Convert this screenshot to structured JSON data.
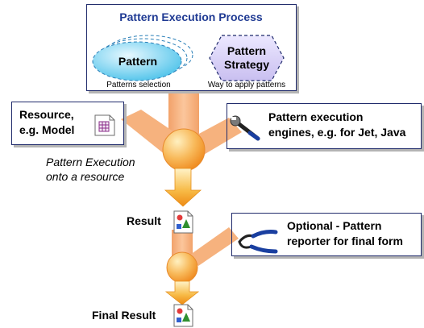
{
  "process": {
    "title": "Pattern Execution Process",
    "pattern_label": "Pattern",
    "pattern_caption": "Patterns selection",
    "strategy_label_line1": "Pattern",
    "strategy_label_line2": "Strategy",
    "strategy_caption": "Way to apply patterns"
  },
  "resource": {
    "line1": "Resource,",
    "line2": "e.g. Model",
    "icon": "model-document-icon"
  },
  "engines": {
    "line1": "Pattern execution",
    "line2": "engines, e.g. for Jet, Java",
    "icon": "wrench-icon"
  },
  "execution_note": {
    "line1": "Pattern Execution",
    "line2": "onto a resource"
  },
  "result": {
    "label": "Result",
    "icon": "shapes-document-icon"
  },
  "reporter": {
    "line1": "Optional - Pattern",
    "line2": "reporter for final form",
    "icon": "pliers-icon"
  },
  "final_result": {
    "label": "Final Result",
    "icon": "shapes-document-icon"
  },
  "colors": {
    "title_blue": "#1f3a93",
    "box_border": "#1f2a6b",
    "pattern_fill": "#4fc3ea",
    "strategy_fill": "#d4ccf2",
    "flow_orange": "#f6b27e",
    "arrow_orange": "#f39c1f"
  }
}
